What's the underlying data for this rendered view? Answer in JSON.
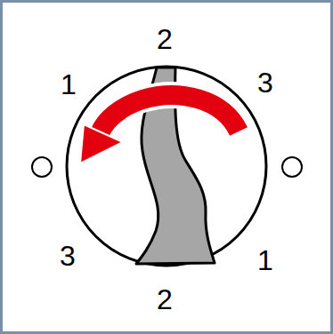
{
  "diagram": {
    "labels": [
      "2",
      "1",
      "3",
      "3",
      "1",
      "2"
    ]
  }
}
